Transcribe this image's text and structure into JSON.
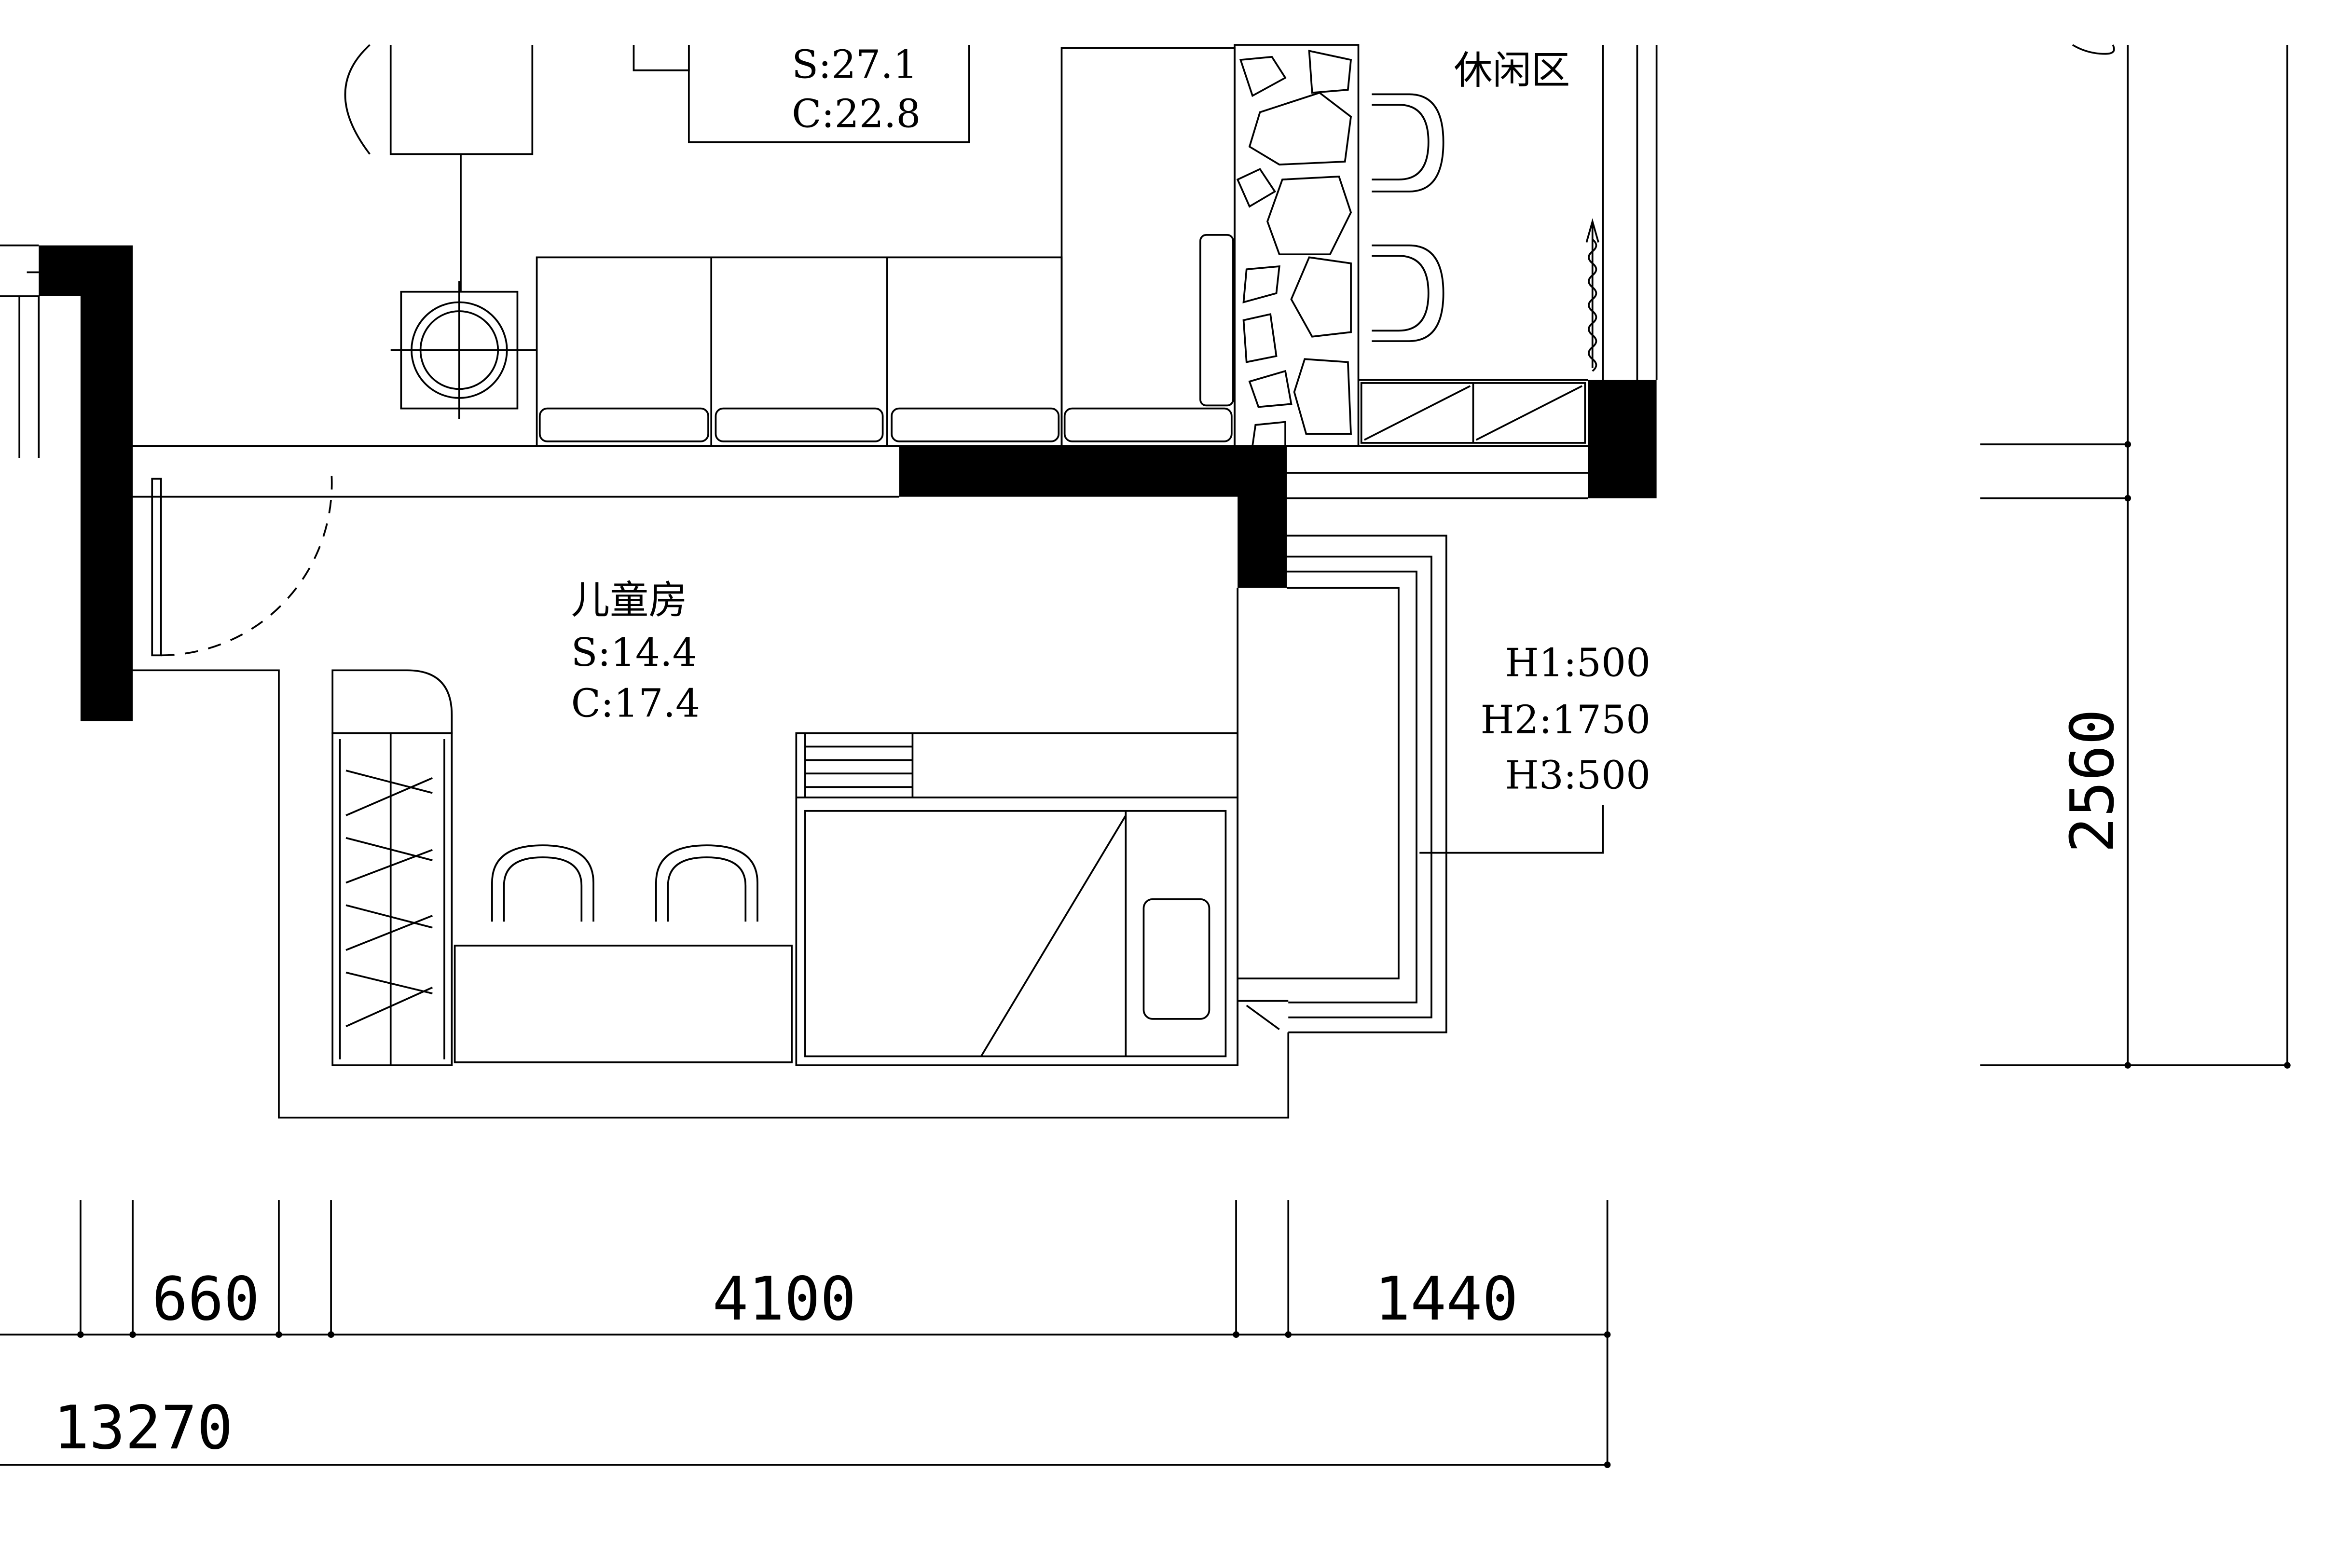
{
  "living_area": {
    "area_label": "S:27.1",
    "perimeter_label": "C:22.8"
  },
  "leisure_area": {
    "name": "休闲区"
  },
  "kids_room": {
    "name": "儿童房",
    "area_label": "S:14.4",
    "perimeter_label": "C:17.4"
  },
  "window_heights": {
    "h1": "H1:500",
    "h2": "H2:1750",
    "h3": "H3:500"
  },
  "dimensions": {
    "bottom_segments": [
      "660",
      "4100",
      "1440"
    ],
    "bottom_total": "13270",
    "right_vertical": "2560"
  }
}
